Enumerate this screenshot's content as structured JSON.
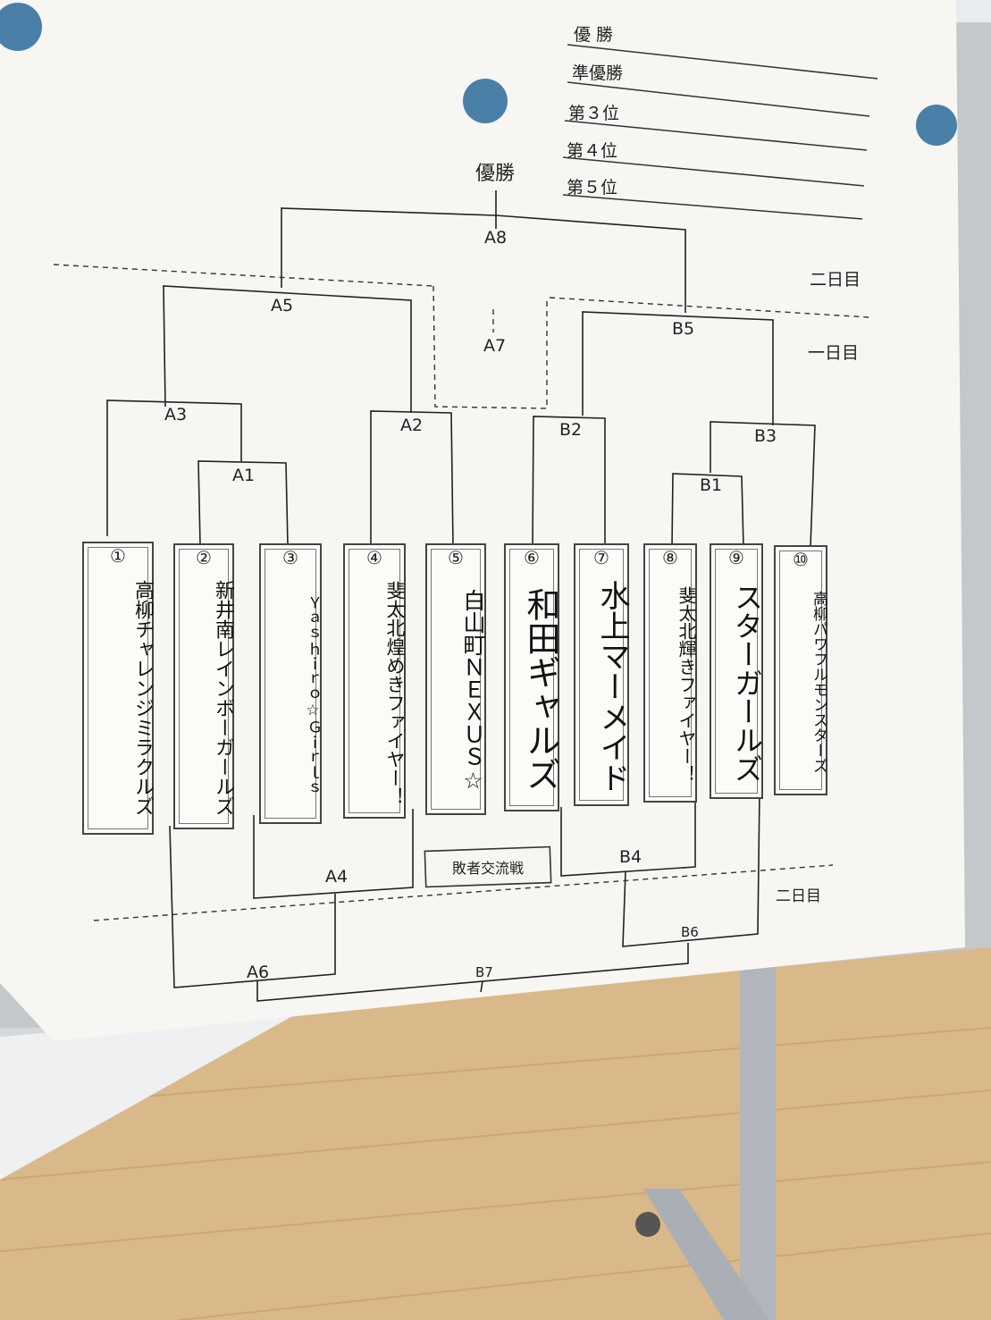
{
  "header": {
    "final_title": "優勝",
    "ranks": [
      "優 勝",
      "準優勝",
      "第３位",
      "第４位",
      "第５位"
    ]
  },
  "match_labels": {
    "A1": "A1",
    "A2": "A2",
    "A3": "A3",
    "A4": "A4",
    "A5": "A5",
    "A6": "A6",
    "A7": "A7",
    "A8": "A8",
    "B1": "B1",
    "B2": "B2",
    "B3": "B3",
    "B4": "B4",
    "B5": "B5",
    "B6": "B6",
    "B7": "B7"
  },
  "day_labels": {
    "day2_top": "二日目",
    "day1": "一日目",
    "day2_bottom": "二日目"
  },
  "loser_bracket_label": "敗者交流戦",
  "teams": [
    {
      "num": "①",
      "name": "高柳チャレンジミラクルズ"
    },
    {
      "num": "②",
      "name": "新井南レインボーガールズ"
    },
    {
      "num": "③",
      "name": "Ｙａｓｈｉｒｏ☆Ｇｉｒｌｓ"
    },
    {
      "num": "④",
      "name": "斐太北煌めきファイヤー！"
    },
    {
      "num": "⑤",
      "name": "白山町ＮＥＸＵＳ☆"
    },
    {
      "num": "⑥",
      "name": "和田ギャルズ"
    },
    {
      "num": "⑦",
      "name": "水上マーメイド"
    },
    {
      "num": "⑧",
      "name": "斐太北輝きファイヤー！"
    },
    {
      "num": "⑨",
      "name": "スターガールズ"
    },
    {
      "num": "⑩",
      "name": "高柳パワフルモンスターズ"
    }
  ],
  "colors": {
    "paper": "#f7f6f2",
    "magnet": "#4a7fa8",
    "whiteboard": "#c9cdd0",
    "floor": "#d9b88a"
  }
}
